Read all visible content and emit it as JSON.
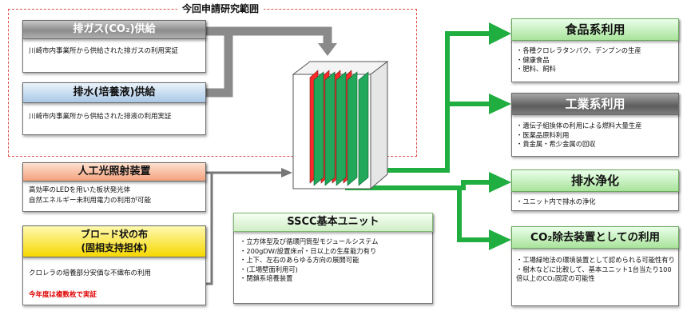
{
  "scope_label": "今回申請研究範囲",
  "left": {
    "exhaust": {
      "title": "排ガス(CO₂)供給",
      "desc": "川崎市内事業所から供給された排ガスの利用実証"
    },
    "wastewater": {
      "title": "排水(培養液)供給",
      "desc": "川崎市内事業所から供給された排液の利用実証"
    },
    "light": {
      "title": "人工光照射装置",
      "desc_lines": [
        "高効率のLEDを用いた板状発光体",
        "自然エネルギー未利用電力の利用が可能"
      ]
    },
    "cloth": {
      "title_lines": [
        "ブロード状の布",
        "(固相支持担体)"
      ],
      "desc": "クロレラの培養部分安価な不織布の利用",
      "note": "今年度は複数枚で実証"
    }
  },
  "center": {
    "title": "SSCC基本ユニット",
    "items": [
      "立方体型及び循環円筒型モジュールシステム",
      "200gDW/設置床㎡・日以上の生産能力有り",
      "上下、左右のあらゆる方向の展開可能",
      "(工場壁面利用可)",
      "閉鎖系培養装置"
    ]
  },
  "right": {
    "food": {
      "title": "食品系利用",
      "items": [
        "各種クロレラタンパク、デンプンの生産",
        "健康食品",
        "肥料、飼料"
      ]
    },
    "industry": {
      "title": "工業系利用",
      "items": [
        "遺伝子組換体の利用による燃料大量生産",
        "医薬品原料利用",
        "貴金属・希少金属の回収"
      ]
    },
    "purify": {
      "title": "排水浄化",
      "items": [
        "ユニット内で排水の浄化"
      ]
    },
    "co2": {
      "title": "CO₂除去装置としての利用",
      "items": [
        "工場緑地法の環境装置として認められる可能性有り",
        "樹木などに比較して、基本ユニット1台当たり100倍以上のCO₂固定の可能性"
      ]
    }
  },
  "colors": {
    "red_panel": "#ff2a2a",
    "green_panel": "#21a85a",
    "arrow_gray": "#8a8a8a",
    "arrow_green": "#1fae3f",
    "dashed_frame": "#e05050"
  }
}
